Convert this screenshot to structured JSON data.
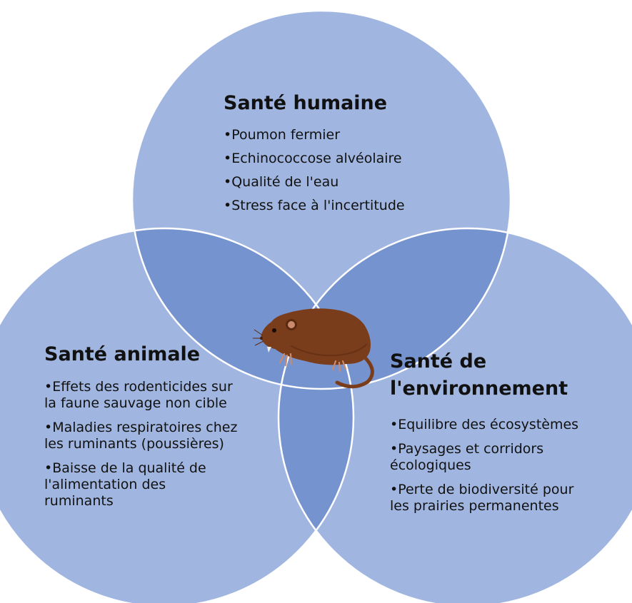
{
  "diagram": {
    "colors": {
      "circle_fill": "#a0b6e0",
      "overlap_fill": "#7593cf",
      "border": "#ffffff",
      "mouse_body": "#7a3d1c",
      "mouse_dark": "#5a2a10",
      "mouse_ear": "#c98a6e"
    },
    "illustration": "vole-mouse-icon",
    "human_health": {
      "title": "Santé humaine",
      "items": [
        "•Poumon fermier",
        "•Echinococcose alvéolaire",
        "•Qualité de l'eau",
        "•Stress face à l'incertitude"
      ]
    },
    "animal_health": {
      "title": "Santé animale",
      "items": [
        "•Effets des rodenticides sur\nla faune sauvage non cible",
        "•Maladies respiratoires chez\nles ruminants (poussières)",
        "•Baisse de la qualité de\nl'alimentation des\nruminants"
      ]
    },
    "environment_health": {
      "title": "Santé de\nl'environnement",
      "items": [
        "•Equilibre des écosystèmes",
        "•Paysages et corridors\nécologiques",
        "•Perte de biodiversité pour\nles prairies permanentes"
      ]
    }
  }
}
